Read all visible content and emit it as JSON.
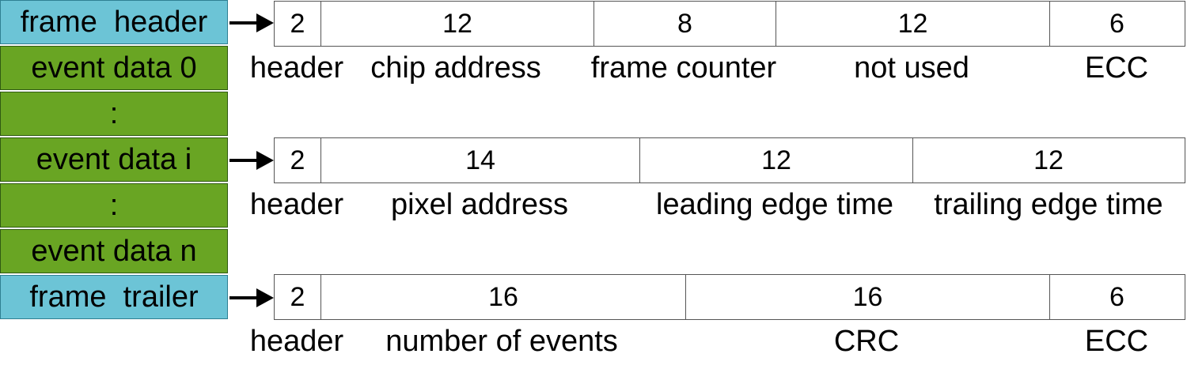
{
  "stack": {
    "blocks": [
      {
        "text": "frame  header",
        "color": "#6cc4d6"
      },
      {
        "text": "event data 0",
        "color": "#69a523"
      },
      {
        "text": ":",
        "color": "#69a523"
      },
      {
        "text": "event data i",
        "color": "#69a523"
      },
      {
        "text": ":",
        "color": "#69a523"
      },
      {
        "text": "event data n",
        "color": "#69a523"
      },
      {
        "text": "frame  trailer",
        "color": "#6cc4d6"
      }
    ]
  },
  "rows": [
    {
      "fields": [
        {
          "bits": "2",
          "label": "header"
        },
        {
          "bits": "12",
          "label": "chip address"
        },
        {
          "bits": "8",
          "label": "frame counter"
        },
        {
          "bits": "12",
          "label": "not used"
        },
        {
          "bits": "6",
          "label": "ECC"
        }
      ]
    },
    {
      "fields": [
        {
          "bits": "2",
          "label": "header"
        },
        {
          "bits": "14",
          "label": "pixel address"
        },
        {
          "bits": "12",
          "label": "leading edge time"
        },
        {
          "bits": "12",
          "label": "trailing edge time"
        }
      ]
    },
    {
      "fields": [
        {
          "bits": "2",
          "label": "header"
        },
        {
          "bits": "16",
          "label": "number of events"
        },
        {
          "bits": "16",
          "label": "CRC"
        },
        {
          "bits": "6",
          "label": "ECC"
        }
      ]
    }
  ]
}
